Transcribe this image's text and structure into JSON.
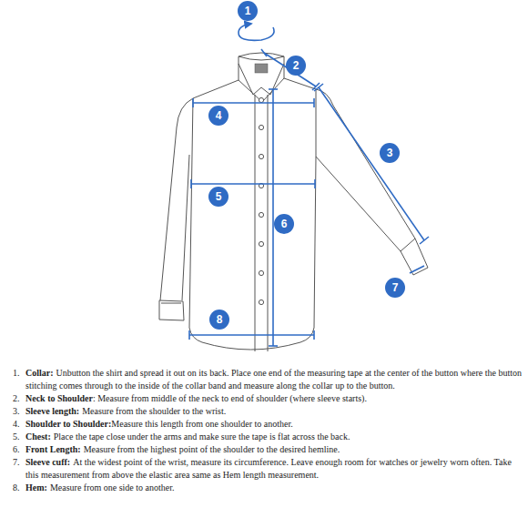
{
  "diagram": {
    "nodes": [
      {
        "text": [
          "1"
        ]
      },
      {
        "text": [
          "2"
        ]
      },
      {
        "text": [
          "3"
        ]
      },
      {
        "text": [
          "4"
        ]
      },
      {
        "text": [
          "5"
        ]
      },
      {
        "text": [
          "6"
        ]
      },
      {
        "text": [
          "7"
        ]
      },
      {
        "text": [
          "8"
        ]
      }
    ],
    "labels": [
      "1.",
      "Collar:",
      "Unbutton the shirt and spread it out on its back. Place one end of the measuring tape at the center of the button where the button stitching comes through to the inside of the collar band and measure along the collar up to the button.",
      "2.",
      "Neck to Shoulder",
      ": Measure from middle of the neck to end of shoulder (where sleeve starts).",
      "3.",
      "Sleeve length:",
      "Measure from the shoulder to the wrist.",
      "4.",
      "Shoulder to Shoulder:",
      "Measure this length from one shoulder to another.",
      "5.",
      "Chest:",
      "Place the tape close under the arms and make sure the tape is flat across the back.",
      "6.",
      "Front Length:",
      "Measure from the highest point of the shoulder to the desired hemline.",
      "7.",
      "Sleeve cuff:",
      "At the widest point of the wrist, measure its circumference. Leave enough room for watches or jewelry worn often. Take this measurement from above the elastic area same as Hem length measurement.",
      "8.",
      "Hem:",
      "Measure from one side to another."
    ]
  }
}
